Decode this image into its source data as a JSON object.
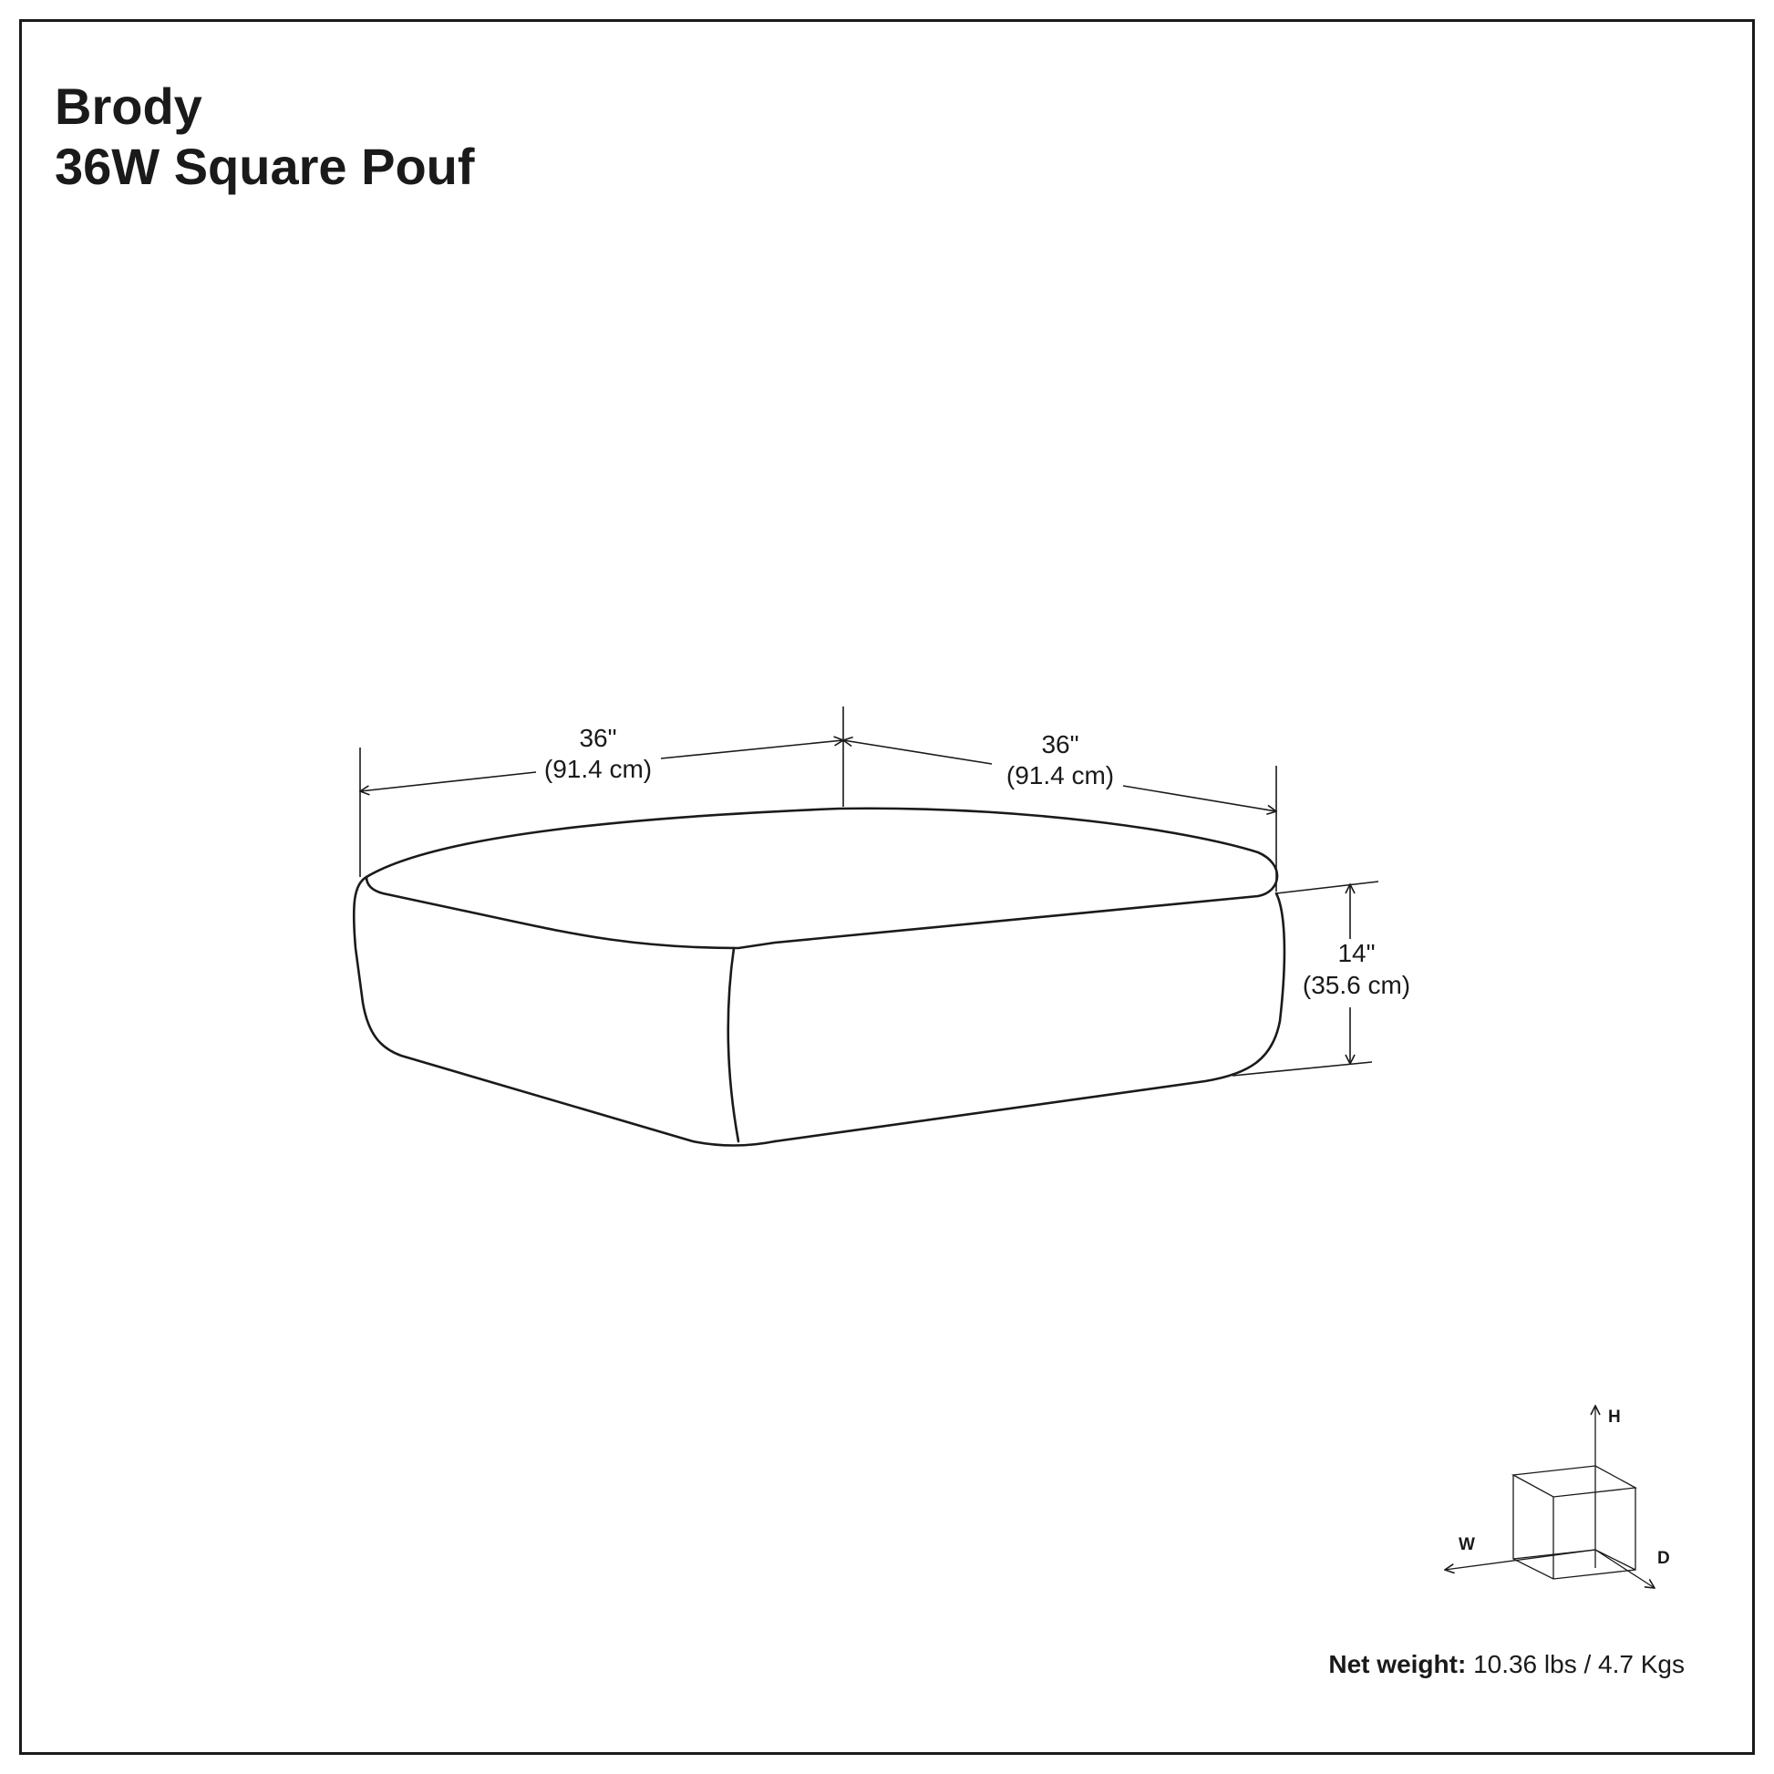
{
  "product": {
    "name": "Brody",
    "model": "36W Square Pouf"
  },
  "dimensions": {
    "width_in": "36\"",
    "width_cm": "(91.4 cm)",
    "depth_in": "36\"",
    "depth_cm": "(91.4 cm)",
    "height_in": "14\"",
    "height_cm": "(35.6 cm)"
  },
  "axes_legend": {
    "height_label": "H",
    "width_label": "W",
    "depth_label": "D"
  },
  "net_weight": {
    "label": "Net weight:",
    "value": "10.36 lbs / 4.7 Kgs"
  }
}
